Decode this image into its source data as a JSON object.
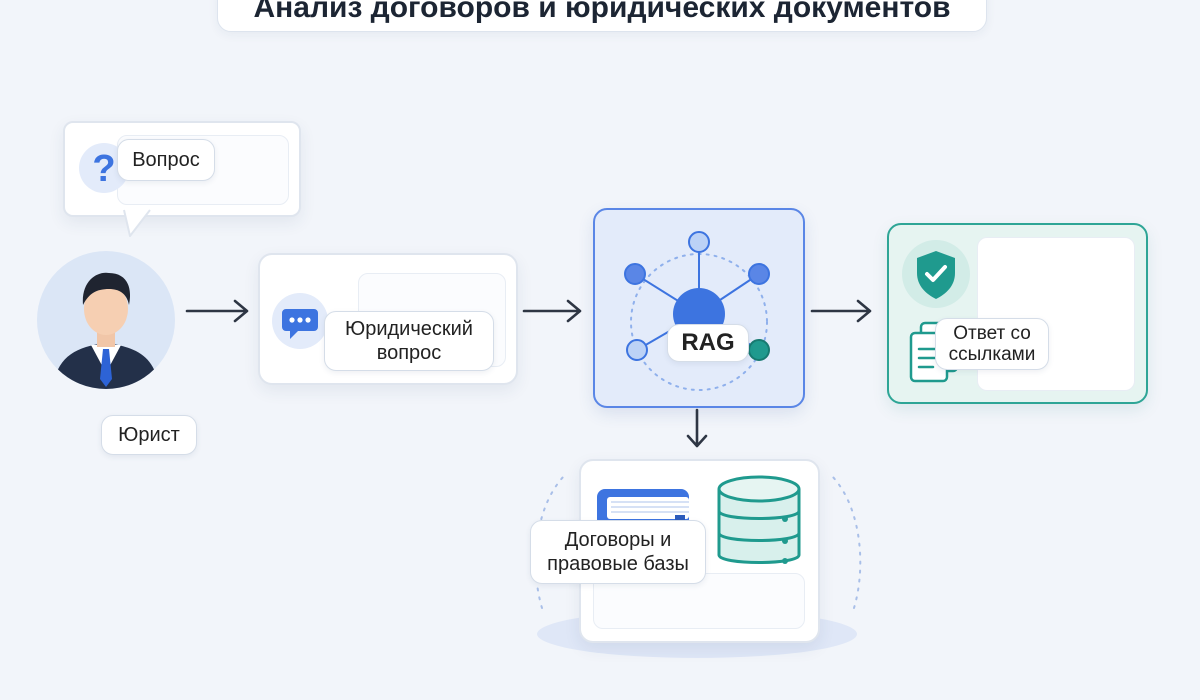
{
  "title": "Анализ договоров и юридических документов",
  "nodes": {
    "question_bubble": "Вопрос",
    "lawyer": "Юрист",
    "legal_question": "Юридический вопрос",
    "rag": "RAG",
    "answer": "Ответ со ссылками",
    "knowledge_base": "Договоры и правовые базы"
  },
  "icons": [
    "question-mark-icon",
    "lawyer-avatar-icon",
    "chat-icon",
    "network-icon",
    "shield-check-icon",
    "documents-icon",
    "book-icon",
    "database-icon"
  ],
  "colors": {
    "rag_accent": "#3d74e0",
    "answer_accent": "#1f9a8e",
    "background": "#f2f5fa"
  }
}
